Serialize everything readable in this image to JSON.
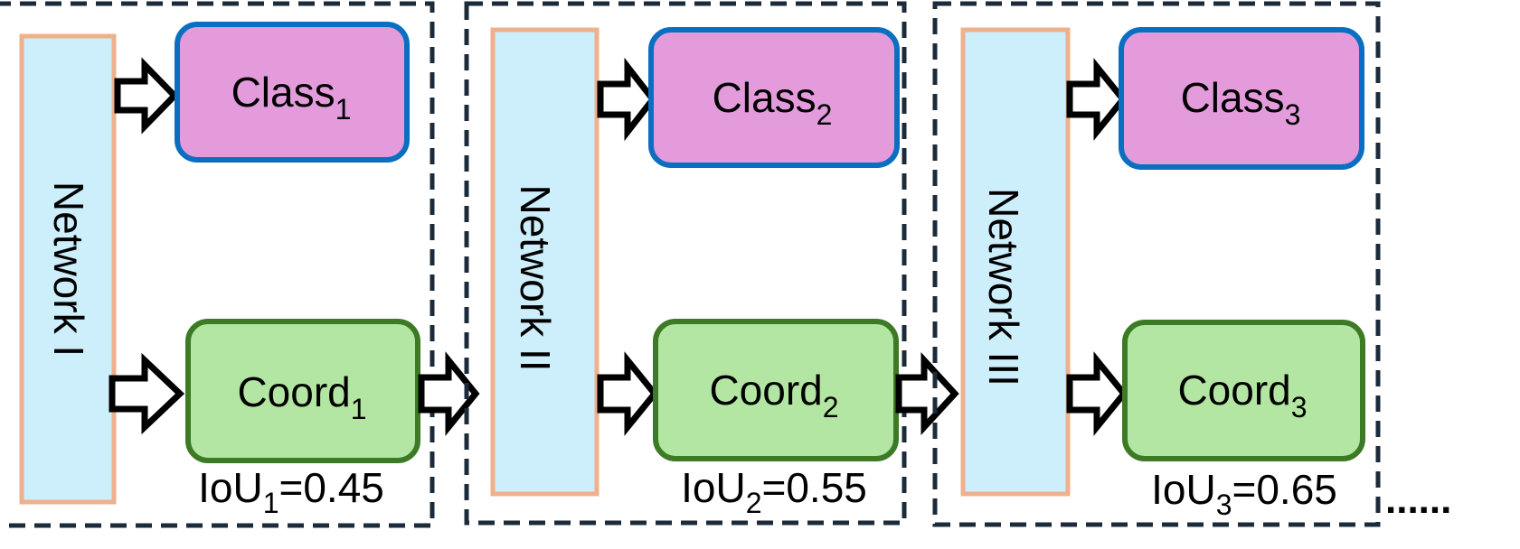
{
  "colors": {
    "stage_border": "#1b2b3a",
    "network_fill": "#cdeefb",
    "network_border": "#f0b08c",
    "class_fill": "#e39bdc",
    "class_border": "#0a6fc0",
    "coord_fill": "#b3e6a2",
    "coord_border": "#3c7a25",
    "arrow_fill": "#ffffff",
    "arrow_stroke": "#000000"
  },
  "stages": [
    {
      "network": "Network I",
      "class_main": "Class",
      "class_sub": "1",
      "coord_main": "Coord",
      "coord_sub": "1",
      "iou_main": "IoU",
      "iou_sub": "1",
      "iou_value": "=0.45"
    },
    {
      "network": "Network II",
      "class_main": "Class",
      "class_sub": "2",
      "coord_main": "Coord",
      "coord_sub": "2",
      "iou_main": "IoU",
      "iou_sub": "2",
      "iou_value": "=0.55"
    },
    {
      "network": "Network III",
      "class_main": "Class",
      "class_sub": "3",
      "coord_main": "Coord",
      "coord_sub": "3",
      "iou_main": "IoU",
      "iou_sub": "3",
      "iou_value": "=0.65"
    }
  ],
  "continuation": "......"
}
